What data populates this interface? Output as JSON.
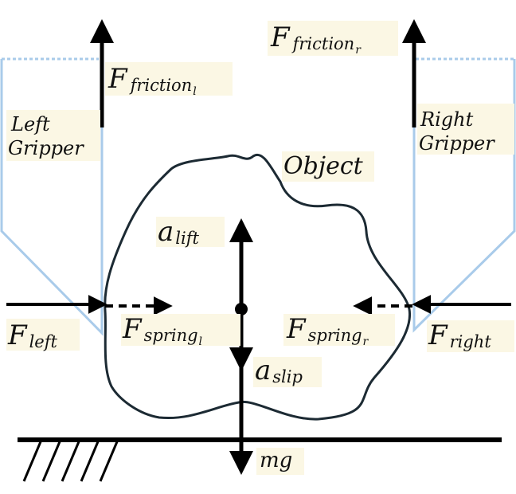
{
  "labels": {
    "left_gripper_1": "Left",
    "left_gripper_2": "Gripper",
    "right_gripper_1": "Right",
    "right_gripper_2": "Gripper",
    "object": "Object",
    "f_friction_l": {
      "base": "F",
      "sub": "friction",
      "subsub": "l"
    },
    "f_friction_r": {
      "base": "F",
      "sub": "friction",
      "subsub": "r"
    },
    "f_left": {
      "base": "F",
      "sub": "left"
    },
    "f_right": {
      "base": "F",
      "sub": "right"
    },
    "f_spring_l": {
      "base": "F",
      "sub": "spring",
      "subsub": "l"
    },
    "f_spring_r": {
      "base": "F",
      "sub": "spring",
      "subsub": "r"
    },
    "a_lift": {
      "base": "a",
      "sub": "lift"
    },
    "a_slip": {
      "base": "a",
      "sub": "slip"
    },
    "mg": "mg"
  },
  "colors": {
    "gripper": "#a9cbea",
    "gripper_top": "#a9cbea",
    "arrows": "#000000",
    "object_outline": "#1c2a33",
    "label_highlight": "#fbf7e4"
  }
}
